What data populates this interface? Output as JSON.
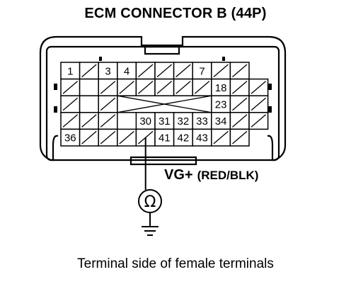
{
  "title": "ECM CONNECTOR B (44P)",
  "caption": "Terminal side of female terminals",
  "probe": {
    "label": "VG+",
    "wire": "(RED/BLK)",
    "meter_symbol": "Ω",
    "ground_icon": "ground-symbol"
  },
  "connector": {
    "rows": [
      [
        "1",
        "",
        "3",
        "4",
        "",
        "",
        "",
        "7",
        "",
        "",
        ""
      ],
      [
        "",
        "",
        "",
        "",
        "",
        "",
        "",
        "",
        "18",
        "",
        ""
      ],
      [
        "",
        "",
        "",
        "",
        "",
        "",
        "",
        "",
        "23",
        "",
        ""
      ],
      [
        "",
        "",
        "",
        "",
        "30",
        "31",
        "32",
        "33",
        "34",
        "",
        ""
      ],
      [
        "36",
        "",
        "",
        "",
        "",
        "41",
        "42",
        "43",
        "",
        "",
        ""
      ]
    ],
    "empty_cells": [
      [
        1,
        1
      ],
      [
        2,
        1
      ]
    ],
    "gap_cells": [
      [
        0,
        10
      ],
      [
        4,
        10
      ]
    ],
    "unused_block": {
      "row_start": 2,
      "row_end": 3,
      "col_start": 3,
      "col_end": 7
    },
    "probed_cell": [
      4,
      4
    ]
  },
  "colors": {
    "ink": "#000000",
    "background": "#ffffff"
  }
}
